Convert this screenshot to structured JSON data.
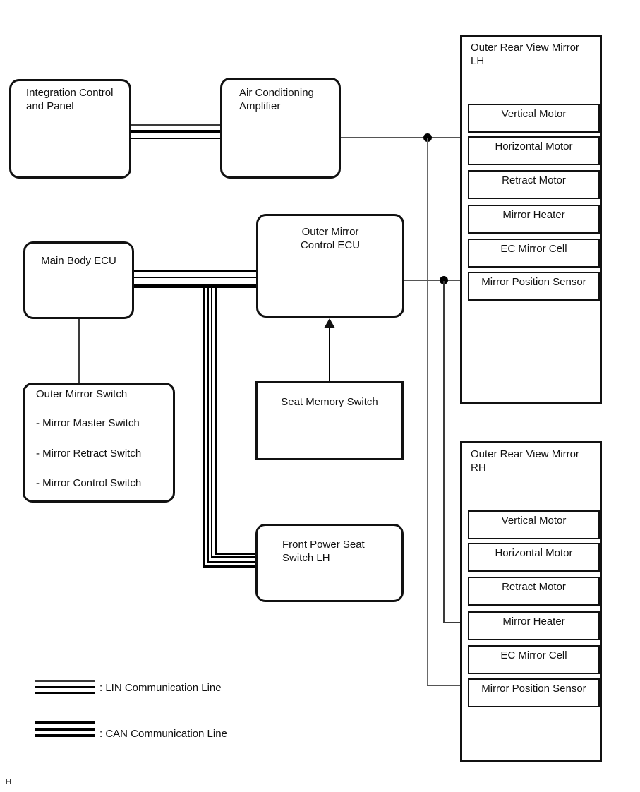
{
  "diagram": {
    "boxes": {
      "integration_control_panel": "Integration Control\nand Panel",
      "air_conditioning_amplifier": "Air Conditioning\nAmplifier",
      "main_body_ecu": "Main Body ECU",
      "outer_mirror_control_ecu": "Outer Mirror\nControl ECU",
      "seat_memory_switch": "Seat Memory Switch",
      "front_power_seat_switch_lh": "Front Power Seat\nSwitch LH"
    },
    "outer_mirror_switch": {
      "title": "Outer Mirror Switch",
      "items": [
        "- Mirror Master Switch",
        "- Mirror Retract Switch",
        "- Mirror Control Switch"
      ]
    },
    "mirror_lh": {
      "title": "Outer Rear View Mirror\nLH",
      "components": [
        "Vertical Motor",
        "Horizontal Motor",
        "Retract Motor",
        "Mirror Heater",
        "EC Mirror Cell",
        "Mirror Position Sensor"
      ]
    },
    "mirror_rh": {
      "title": "Outer Rear View Mirror\nRH",
      "components": [
        "Vertical Motor",
        "Horizontal Motor",
        "Retract Motor",
        "Mirror Heater",
        "EC Mirror Cell",
        "Mirror Position Sensor"
      ]
    },
    "legend": {
      "lin_label": ": LIN Communication Line",
      "can_label": ": CAN Communication Line"
    },
    "footer_note": "H",
    "colors": {
      "line_black": "#000000",
      "connector_gray": "#555555",
      "background": "#ffffff"
    }
  }
}
